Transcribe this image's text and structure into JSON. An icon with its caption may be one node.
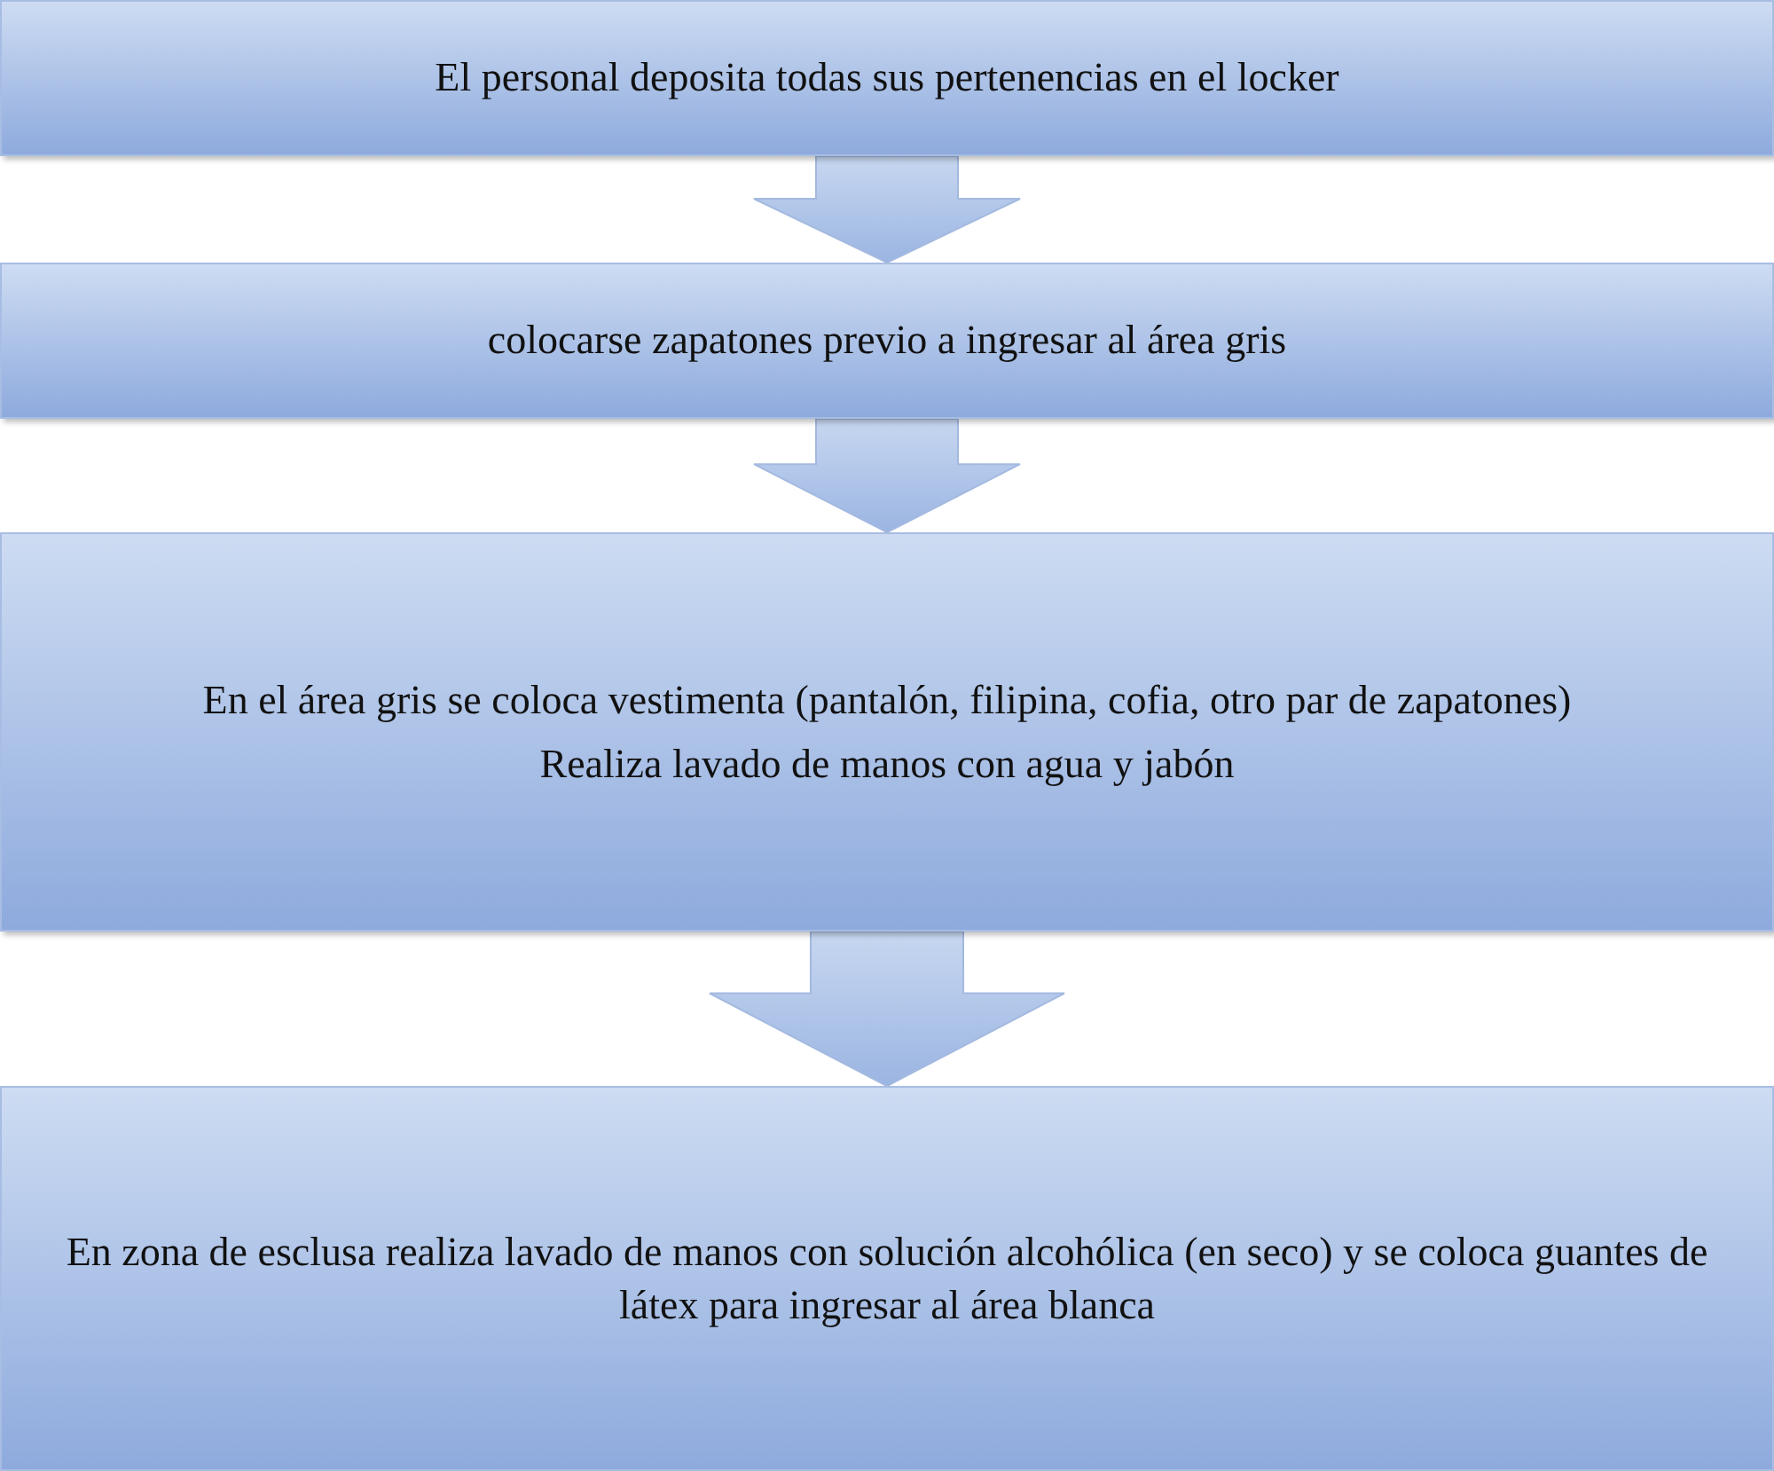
{
  "diagram": {
    "nodes": [
      {
        "text": [
          "El personal deposita todas sus pertenencias en el locker"
        ]
      },
      {
        "text": [
          "colocarse zapatones previo a ingresar al área gris"
        ]
      },
      {
        "text": [
          "En el área gris se coloca vestimenta (pantalón, filipina, cofia, otro par de zapatones)",
          "Realiza lavado de manos con agua y jabón"
        ]
      },
      {
        "text": [
          "En zona de esclusa realiza lavado de manos con solución alcohólica (en seco) y se coloca guantes de látex para ingresar al área blanca"
        ]
      }
    ],
    "edges": [
      {
        "from": 0,
        "to": 1,
        "arrow": "to"
      },
      {
        "from": 1,
        "to": 2,
        "arrow": "to"
      },
      {
        "from": 2,
        "to": 3,
        "arrow": "to"
      }
    ]
  }
}
